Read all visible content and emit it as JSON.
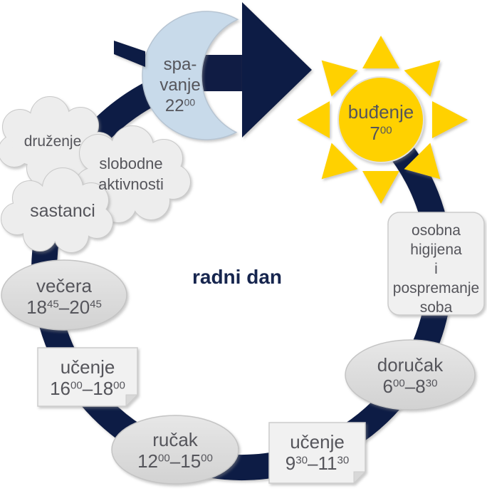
{
  "diagram_title": "radni dan",
  "colors": {
    "navy": "#101C44",
    "sun": "#FFD100",
    "moon": "#C8DAEA",
    "cloud_fill": "#EDEDED",
    "shape_fill": "#F1F1F1",
    "text": "#55555B",
    "title_text": "#16254E"
  },
  "nodes": {
    "sleep": {
      "lines": [
        "spa-",
        "vanje"
      ],
      "time": {
        "h": "22",
        "m": "00"
      }
    },
    "wake": {
      "label": "buđenje",
      "time": {
        "h": "7",
        "m": "00"
      }
    },
    "hygiene": {
      "lines": [
        "osobna",
        "higijena",
        "i",
        "pospremanje",
        "soba"
      ]
    },
    "breakfast": {
      "label": "doručak",
      "time": {
        "h1": "6",
        "m1": "00",
        "sep": "–",
        "h2": "8",
        "m2": "30"
      }
    },
    "study_morning": {
      "label": "učenje",
      "time": {
        "h1": "9",
        "m1": "30",
        "sep": "–",
        "h2": "11",
        "m2": "30"
      }
    },
    "lunch": {
      "label": "ručak",
      "time": {
        "h1": "12",
        "m1": "00",
        "sep": "–",
        "h2": "15",
        "m2": "00"
      }
    },
    "study_afternoon": {
      "label": "učenje",
      "time": {
        "h1": "16",
        "m1": "00",
        "sep": "–",
        "h2": "18",
        "m2": "00"
      }
    },
    "dinner": {
      "label": "večera",
      "time": {
        "h1": "18",
        "m1": "45",
        "sep": "–",
        "h2": "20",
        "m2": "45"
      }
    }
  },
  "clouds": {
    "socializing": {
      "label": "druženje"
    },
    "free_activities": {
      "lines": [
        "slobodne",
        "aktivnosti"
      ]
    },
    "meetings": {
      "label": "sastanci"
    }
  }
}
